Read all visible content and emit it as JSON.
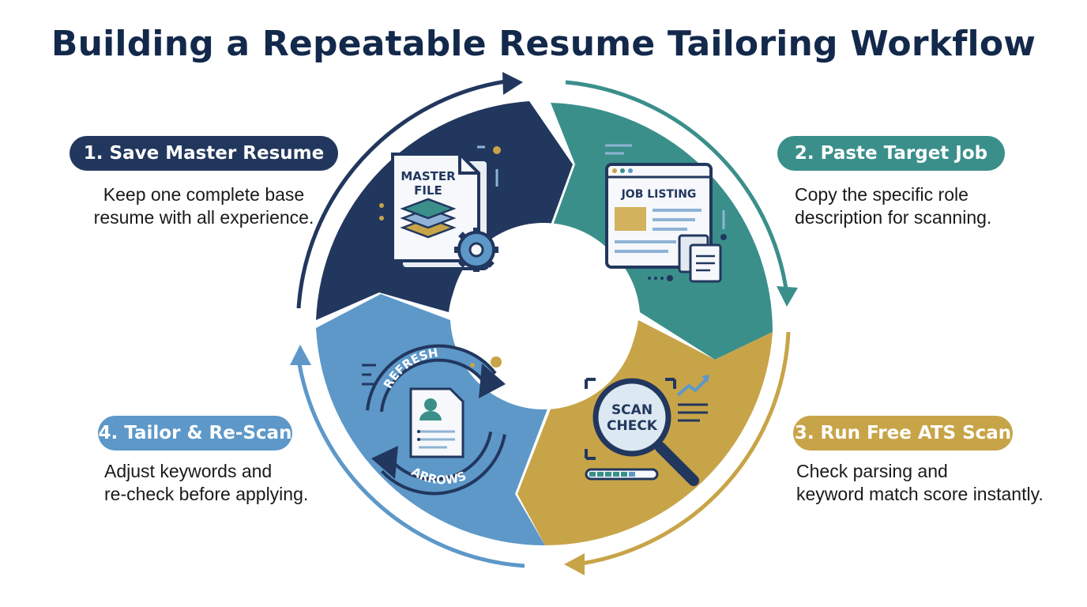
{
  "title": "Building a Repeatable Resume Tailoring Workflow",
  "colors": {
    "navy": "#22375e",
    "teal": "#3a8f8b",
    "gold": "#c8a448",
    "blue": "#5d98c9",
    "title": "#13294b"
  },
  "steps": [
    {
      "label": "1. Save Master Resume",
      "description_line1": "Keep one complete base",
      "description_line2": "resume with all experience.",
      "icon_text_1": "MASTER",
      "icon_text_2": "FILE",
      "icon": "master-file-icon"
    },
    {
      "label": "2. Paste Target Job",
      "description_line1": "Copy the specific role",
      "description_line2": "description for scanning.",
      "icon_text_1": "JOB LISTING",
      "icon": "job-listing-icon"
    },
    {
      "label": "3. Run Free ATS Scan",
      "description_line1": "Check parsing and",
      "description_line2": "keyword match score instantly.",
      "icon_text_1": "SCAN",
      "icon_text_2": "CHECK",
      "icon": "magnifier-scan-icon"
    },
    {
      "label": "4. Tailor & Re-Scan",
      "description_line1": "Adjust keywords and",
      "description_line2": "re-check before applying.",
      "icon_text_1": "REFRESH",
      "icon_text_2": "ARROWS",
      "icon": "refresh-arrows-icon"
    }
  ]
}
